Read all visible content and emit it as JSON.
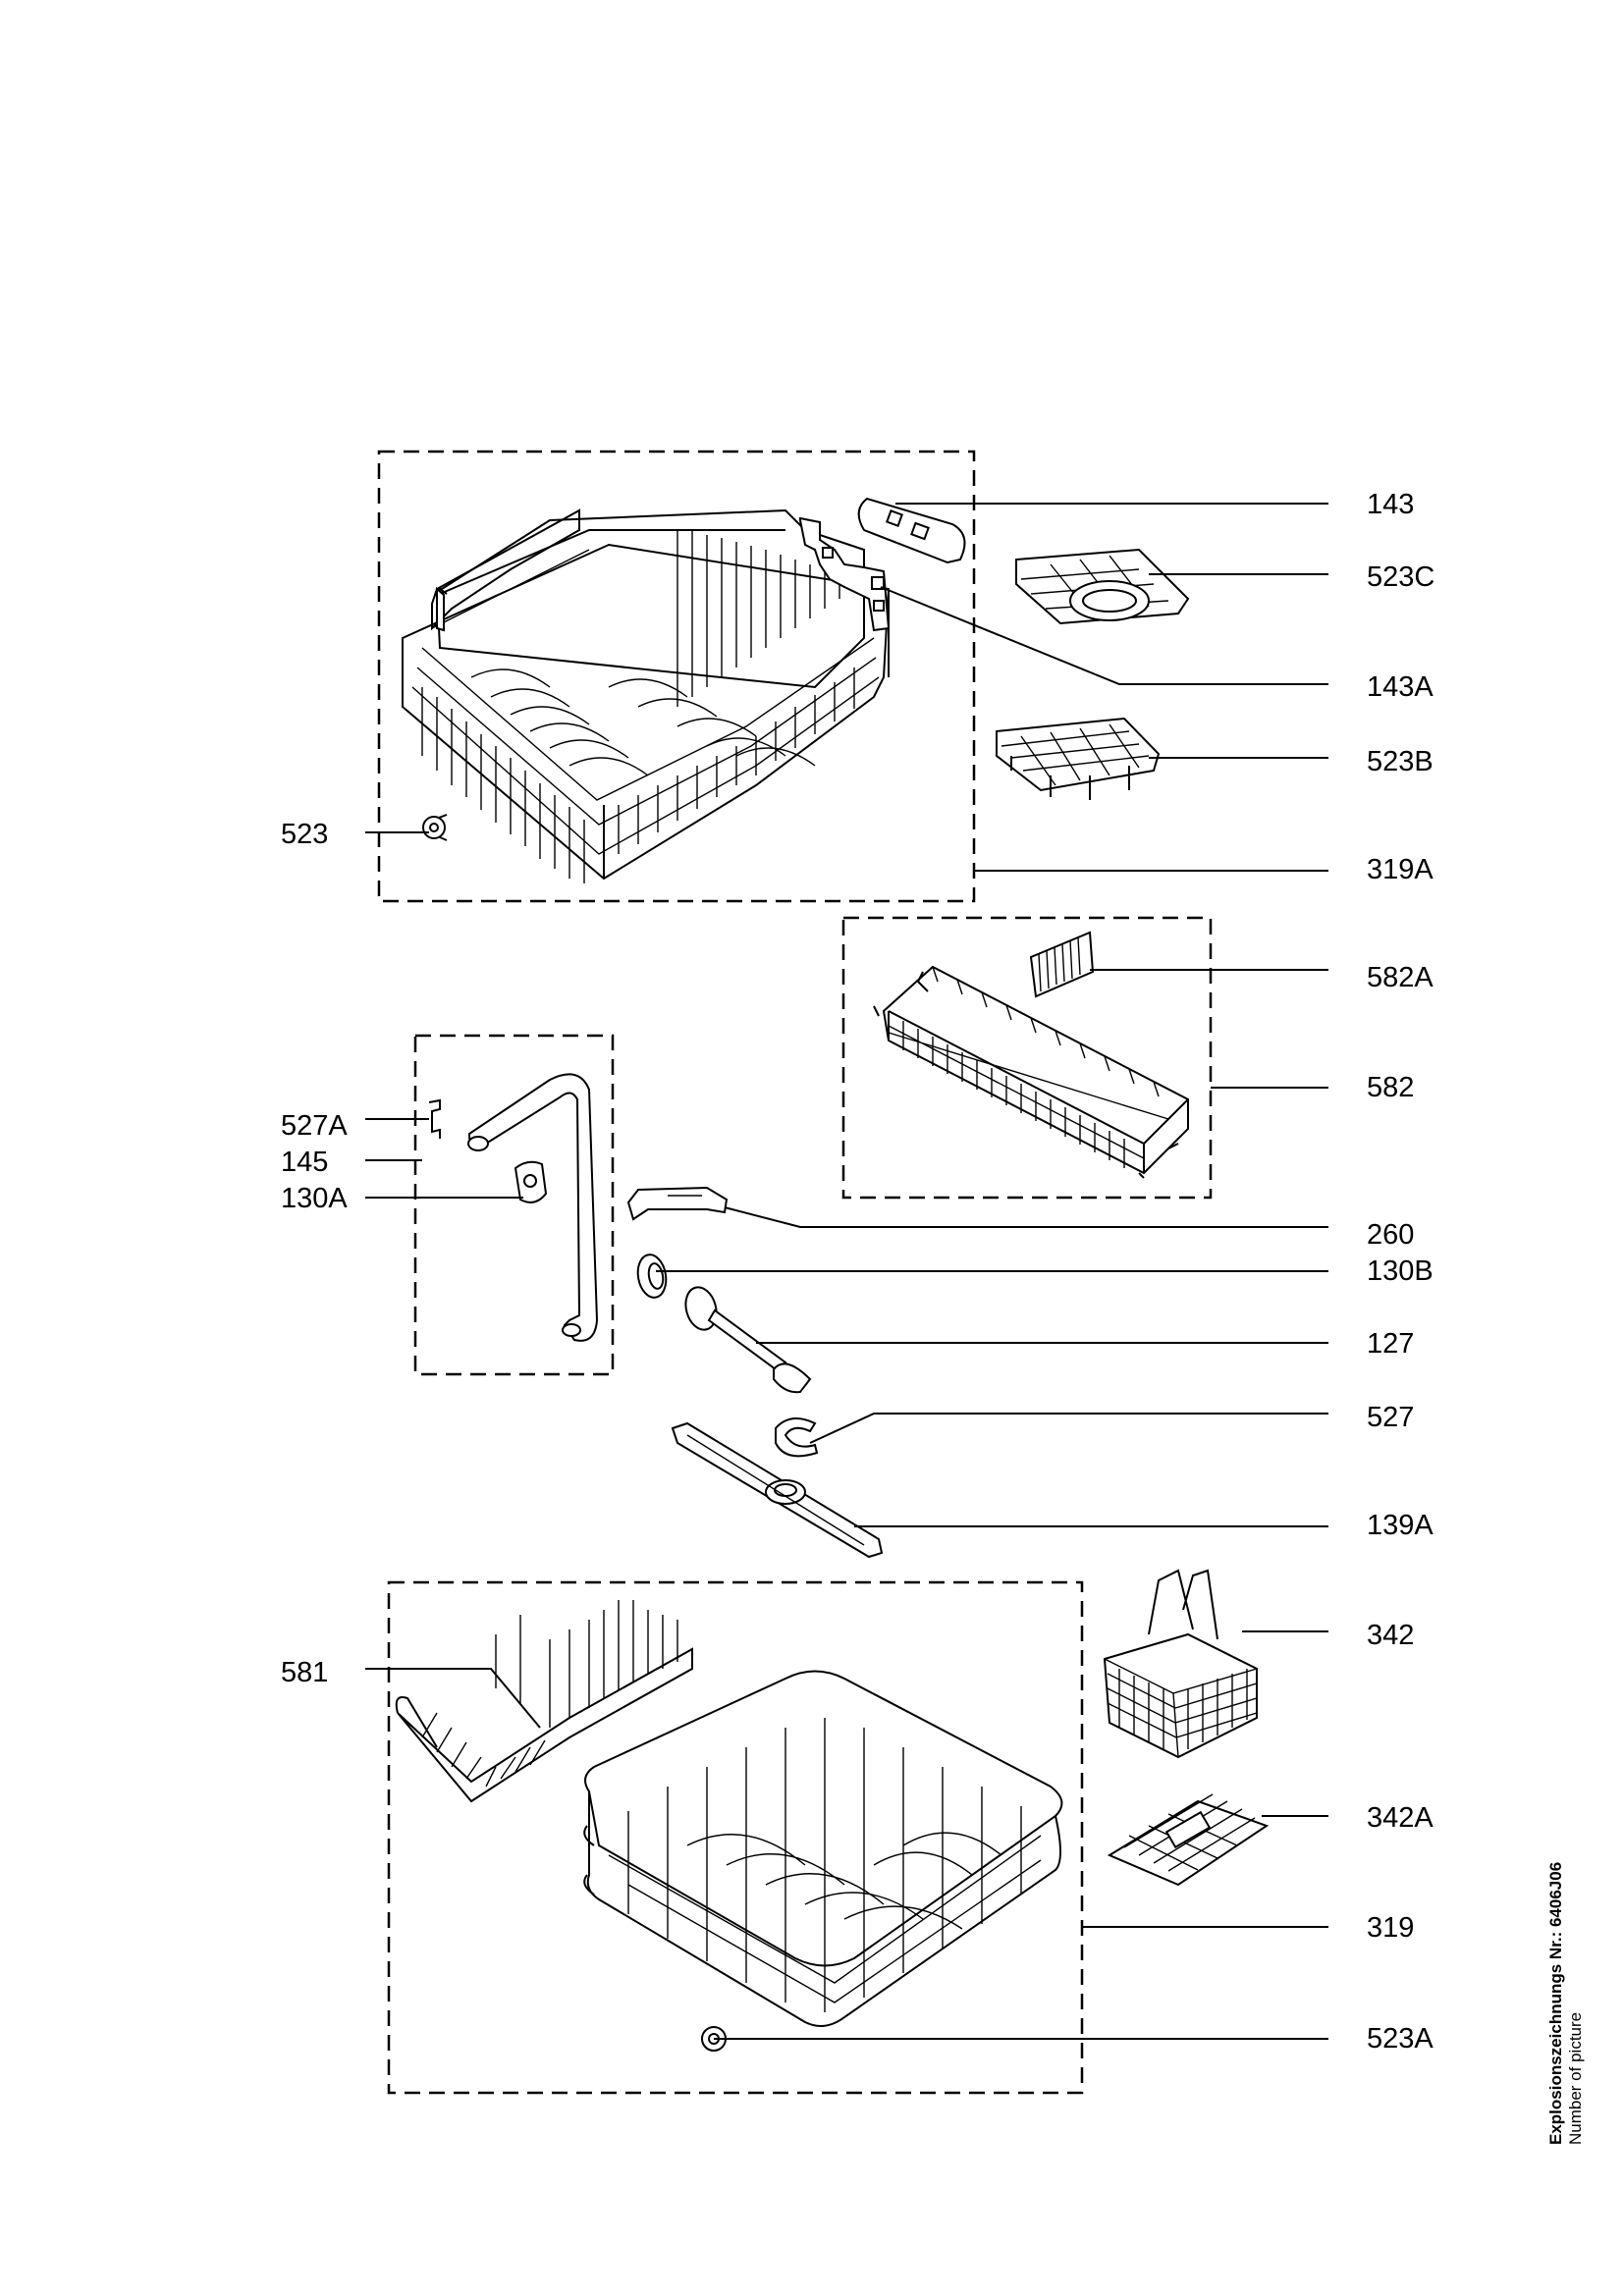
{
  "labels": {
    "p143": "143",
    "p523C": "523C",
    "p143A": "143A",
    "p523B": "523B",
    "p523": "523",
    "p319A": "319A",
    "p582A": "582A",
    "p582": "582",
    "p527A": "527A",
    "p145": "145",
    "p130A": "130A",
    "p260": "260",
    "p130B": "130B",
    "p127": "127",
    "p527": "527",
    "p139A": "139A",
    "p342": "342",
    "p581": "581",
    "p342A": "342A",
    "p319": "319",
    "p523A": "523A"
  },
  "footer": {
    "drawing_number_label": "Explosionszeichnungs Nr.: 6406J06",
    "number_of_picture": "Number of picture"
  }
}
